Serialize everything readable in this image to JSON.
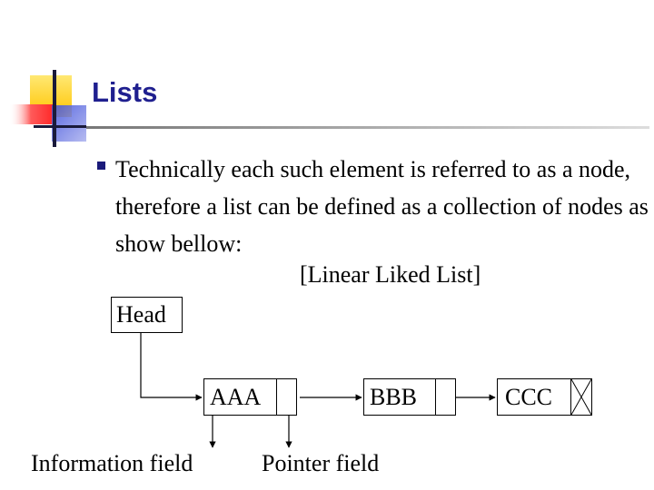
{
  "slide": {
    "title": "Lists",
    "bullet_text": "Technically each such element is referred to as a node, therefore a list can be defined as a collection of nodes as show bellow:",
    "caption": "[Linear Liked List]"
  },
  "diagram": {
    "head_label": "Head",
    "nodes": [
      {
        "value": "AAA"
      },
      {
        "value": "BBB"
      },
      {
        "value": "CCC"
      }
    ],
    "information_field_label": "Information field",
    "pointer_field_label": "Pointer field"
  },
  "colors": {
    "title": "#1f1f8f",
    "deco_yellow": "#ffd200",
    "deco_red": "#ff3333",
    "deco_blue": "#5566dd"
  }
}
